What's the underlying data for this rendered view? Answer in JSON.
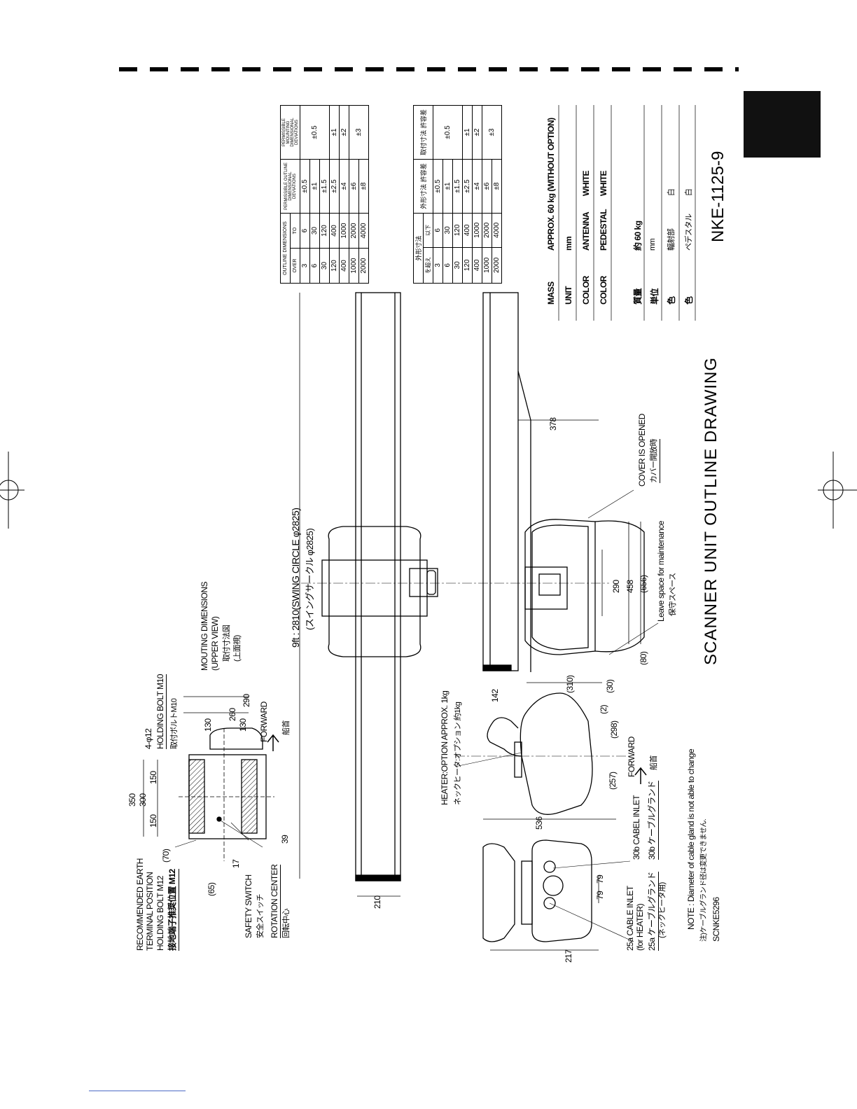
{
  "drawing_title": "SCANNER UNIT OUTLINE DRAWING",
  "drawing_number": "NKE-1125-9",
  "drawing_code": "SCNKE5296",
  "note_en": "NOTE : Diameter of cable gland is not able to change",
  "note_jp": "注)ケーブルグランド径は変更できません.",
  "spec": {
    "mass_label": "MASS",
    "mass_value": "APPROX. 60 kg (WITHOUT OPTION)",
    "unit_label": "UNIT",
    "unit_value": "mm",
    "color_label": "COLOR",
    "antenna": "ANTENNA",
    "antenna_color": "WHITE",
    "pedestal": "PEDESTAL",
    "pedestal_color": "WHITE",
    "mass_jp_label": "質量",
    "mass_jp_value": "約 60 kg",
    "unit_jp_label": "単位",
    "unit_jp_value": "mm",
    "color_jp_label": "色",
    "radiator_jp": "輻射部",
    "radiator_jp_color": "白",
    "pedestal_jp": "ペデスタル",
    "pedestal_jp_color": "白"
  },
  "table_en": {
    "h_outline": "OUTLINE DIMENSIONS",
    "h_over": "OVER",
    "h_to": "TO",
    "h_perm_outline": "PERMISSIBLE OUTLINE DIMENSIONAL DEVIATIONS",
    "h_perm_mount": "PERMISSIBLE MOUNTING DIMENSIONAL DEVIATIONS",
    "rows": [
      [
        "3",
        "6",
        "±0.5"
      ],
      [
        "6",
        "30",
        "±1"
      ],
      [
        "30",
        "120",
        "±1.5"
      ],
      [
        "120",
        "400",
        "±2.5"
      ],
      [
        "400",
        "1000",
        "±4"
      ],
      [
        "1000",
        "2000",
        "±6"
      ],
      [
        "2000",
        "4000",
        "±8"
      ]
    ],
    "mount": [
      "±0.5",
      "±1",
      "±2",
      "±3"
    ]
  },
  "table_jp": {
    "h_outline": "外形寸法",
    "h_over": "を超え",
    "h_to": "以下",
    "h_perm_outline": "外形寸法 許容差",
    "h_perm_mount": "取付寸法 許容差"
  },
  "labels": {
    "earth_en1": "RECOMMENDED EARTH",
    "earth_en2": "TERMINAL POSITION",
    "bolt_m12": "HOLDING BOLT M12",
    "earth_jp": "接地端子推奨位置 M12",
    "safety_en": "SAFETY SWITCH",
    "safety_jp": "安全スイッチ",
    "rotation_en": "ROTATION CENTER",
    "rotation_jp": "回転中心",
    "hole": "4-φ12",
    "bolt_m10": "HOLDING BOLT M10",
    "bolt_m10_jp": "取付ボルトM10",
    "mounting_en1": "MOUTING DIMENSIONS",
    "mounting_en2": "(UPPER VIEW)",
    "mounting_jp1": "取付寸法図",
    "mounting_jp2": "(上面視)",
    "forward": "FORWARD",
    "forward_jp": "船首",
    "swing_en": "9ft : 2810(SWING CIRCLE φ2825)",
    "swing_jp": "(スイングサークル φ2825)",
    "heater_en": "HEATER:OPTION APPROX. 1kg",
    "heater_jp": "ネックヒータ:オプション 約1kg",
    "cover": "COVER IS OPENED",
    "cover_jp": "カバー開放時",
    "leave": "Leave space for maintenance",
    "leave_jp": "保守スペース",
    "inlet25_en": "25a CABLE INLET",
    "inlet25_heater": "(for HEATER)",
    "inlet25_jp": "25a ケーブルグランド",
    "inlet25_jp2": "(ネックヒータ用)",
    "inlet30_en": "30b CABEL INLET",
    "inlet30_jp": "30b ケーブルグランド"
  },
  "dims": {
    "d350": "350",
    "d300": "300",
    "d150a": "150",
    "d150b": "150",
    "d70": "(70)",
    "d65": "(65)",
    "d17": "17",
    "d39": "39",
    "d290": "290",
    "d260": "260",
    "d130a": "130",
    "d130b": "130",
    "d210": "210",
    "d536": "536",
    "d257": "(257)",
    "d298": "(298)",
    "d2": "(2)",
    "d142": "142",
    "d310": "(310)",
    "d30": "(30)",
    "d80": "(80)",
    "d290b": "290",
    "d458": "458",
    "d656": "(656)",
    "d378": "378",
    "d217": "217",
    "d79a": "79",
    "d79b": "79"
  },
  "colors": {
    "ink": "#000000",
    "tab": "#111111"
  }
}
